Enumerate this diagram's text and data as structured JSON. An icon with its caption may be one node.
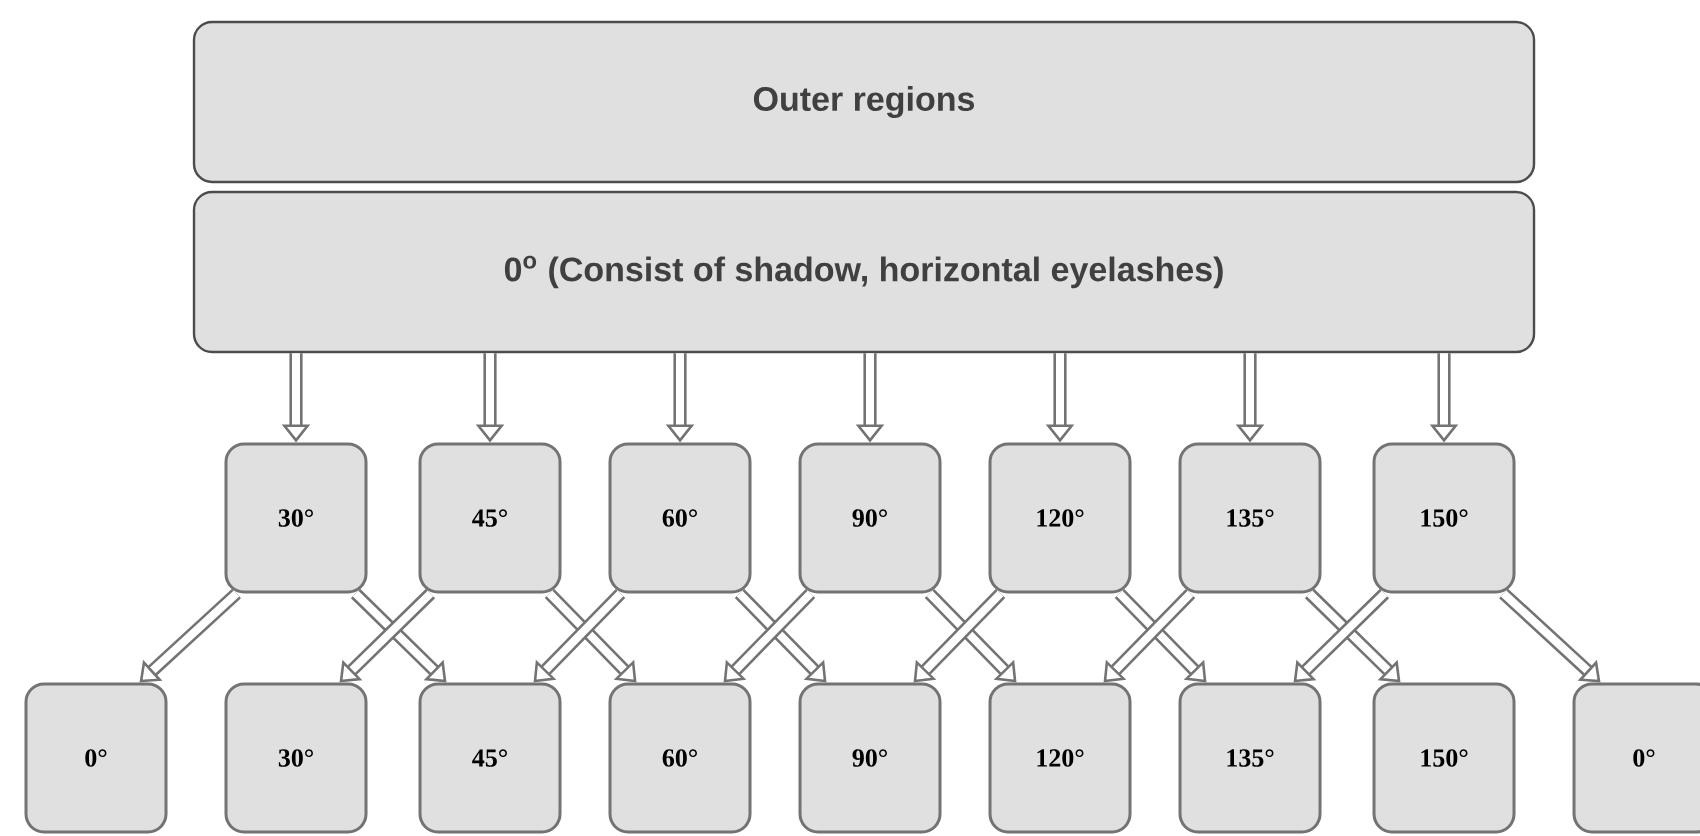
{
  "diagram": {
    "nodes": [
      {
        "text": [
          "Outer regions"
        ]
      },
      {
        "text": [
          "0$^{o}$ (Consist of shadow, horizontal eyelashes)"
        ]
      },
      {
        "text": [
          "30°"
        ]
      },
      {
        "text": [
          "45°"
        ]
      },
      {
        "text": [
          "60°"
        ]
      },
      {
        "text": [
          "90°"
        ]
      },
      {
        "text": [
          "120°"
        ]
      },
      {
        "text": [
          "135°"
        ]
      },
      {
        "text": [
          "150°"
        ]
      },
      {
        "text": [
          "0°"
        ]
      },
      {
        "text": [
          "30°"
        ]
      },
      {
        "text": [
          "45°"
        ]
      },
      {
        "text": [
          "60°"
        ]
      },
      {
        "text": [
          "90°"
        ]
      },
      {
        "text": [
          "120°"
        ]
      },
      {
        "text": [
          "135°"
        ]
      },
      {
        "text": [
          "150°"
        ]
      },
      {
        "text": [
          "0°"
        ]
      }
    ],
    "edges": [
      {
        "from": 1,
        "to": 2,
        "arrow": "to"
      },
      {
        "from": 1,
        "to": 3,
        "arrow": "to"
      },
      {
        "from": 1,
        "to": 4,
        "arrow": "to"
      },
      {
        "from": 1,
        "to": 5,
        "arrow": "to"
      },
      {
        "from": 1,
        "to": 6,
        "arrow": "to"
      },
      {
        "from": 1,
        "to": 7,
        "arrow": "to"
      },
      {
        "from": 1,
        "to": 8,
        "arrow": "to"
      },
      {
        "from": 2,
        "to": 9,
        "arrow": "to"
      },
      {
        "from": 2,
        "to": 11,
        "arrow": "to"
      },
      {
        "from": 3,
        "to": 10,
        "arrow": "to"
      },
      {
        "from": 3,
        "to": 12,
        "arrow": "to"
      },
      {
        "from": 4,
        "to": 11,
        "arrow": "to"
      },
      {
        "from": 4,
        "to": 13,
        "arrow": "to"
      },
      {
        "from": 5,
        "to": 12,
        "arrow": "to"
      },
      {
        "from": 5,
        "to": 14,
        "arrow": "to"
      },
      {
        "from": 6,
        "to": 13,
        "arrow": "to"
      },
      {
        "from": 6,
        "to": 15,
        "arrow": "to"
      },
      {
        "from": 7,
        "to": 14,
        "arrow": "to"
      },
      {
        "from": 7,
        "to": 16,
        "arrow": "to"
      },
      {
        "from": 8,
        "to": 15,
        "arrow": "to"
      },
      {
        "from": 8,
        "to": 17,
        "arrow": "to"
      }
    ]
  }
}
